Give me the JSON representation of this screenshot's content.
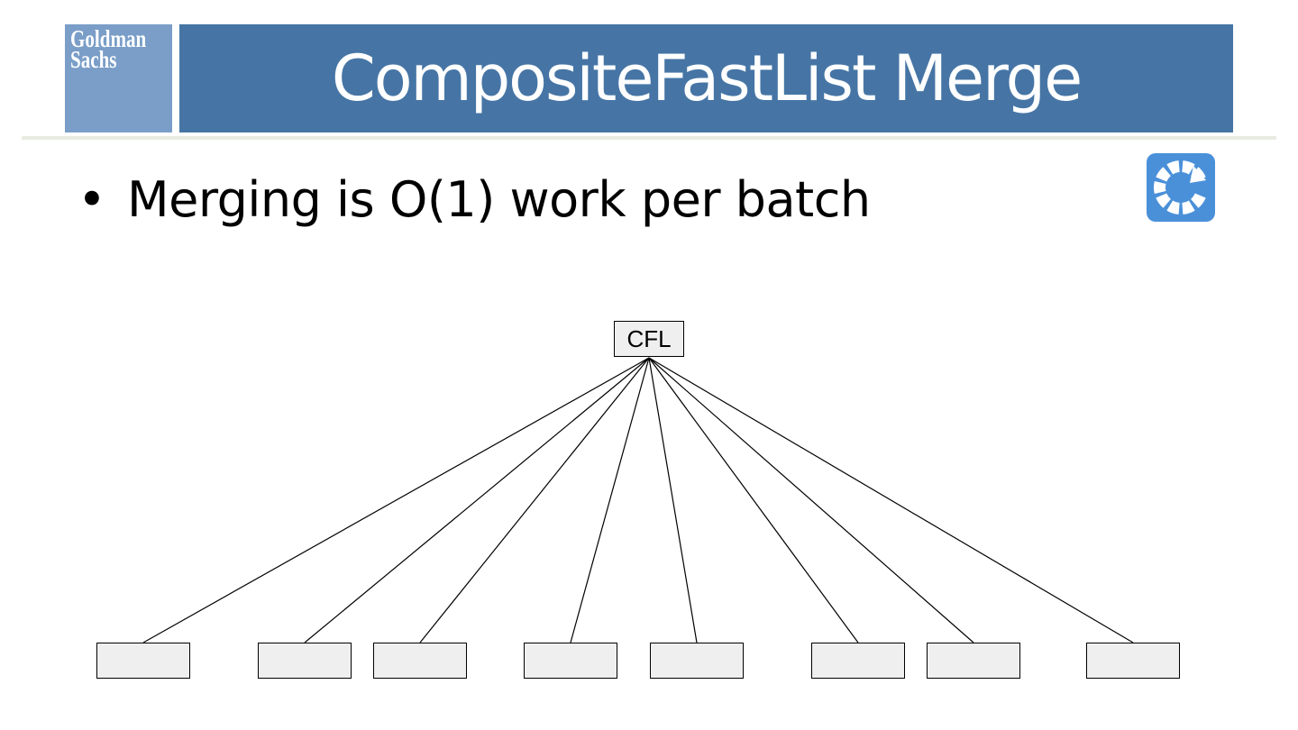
{
  "logo": {
    "line1": "Goldman",
    "line2": "Sachs"
  },
  "slide": {
    "title": "CompositeFastList Merge",
    "bullet_symbol": "•",
    "bullet_text": "Merging is O(1) work per batch"
  },
  "diagram": {
    "root_label": "CFL",
    "leaf_count": 8
  },
  "icons": {
    "corner_icon": "circular-arrows-icon"
  },
  "colors": {
    "title_bar": "#4675a5",
    "logo_bg": "#7a9ec8",
    "icon_bg": "#4a90d9",
    "box_fill": "#efefef"
  }
}
